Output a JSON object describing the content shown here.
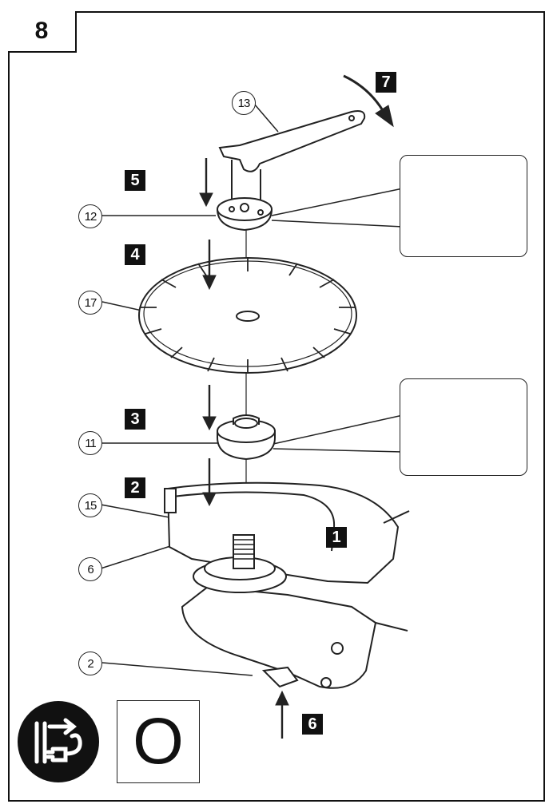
{
  "figure": {
    "number": "8",
    "steps": [
      "1",
      "2",
      "3",
      "4",
      "5",
      "6",
      "7"
    ],
    "callouts": {
      "wrench": "13",
      "outer_flange": "12",
      "diamond_wheel": "17",
      "inner_flange": "11",
      "wheel_guard": "15",
      "spindle": "6",
      "lock_button": "2"
    },
    "switch_position": "O",
    "icons": [
      "unplug-icon",
      "arrow-down-icon",
      "rotation-arrow-icon"
    ]
  }
}
